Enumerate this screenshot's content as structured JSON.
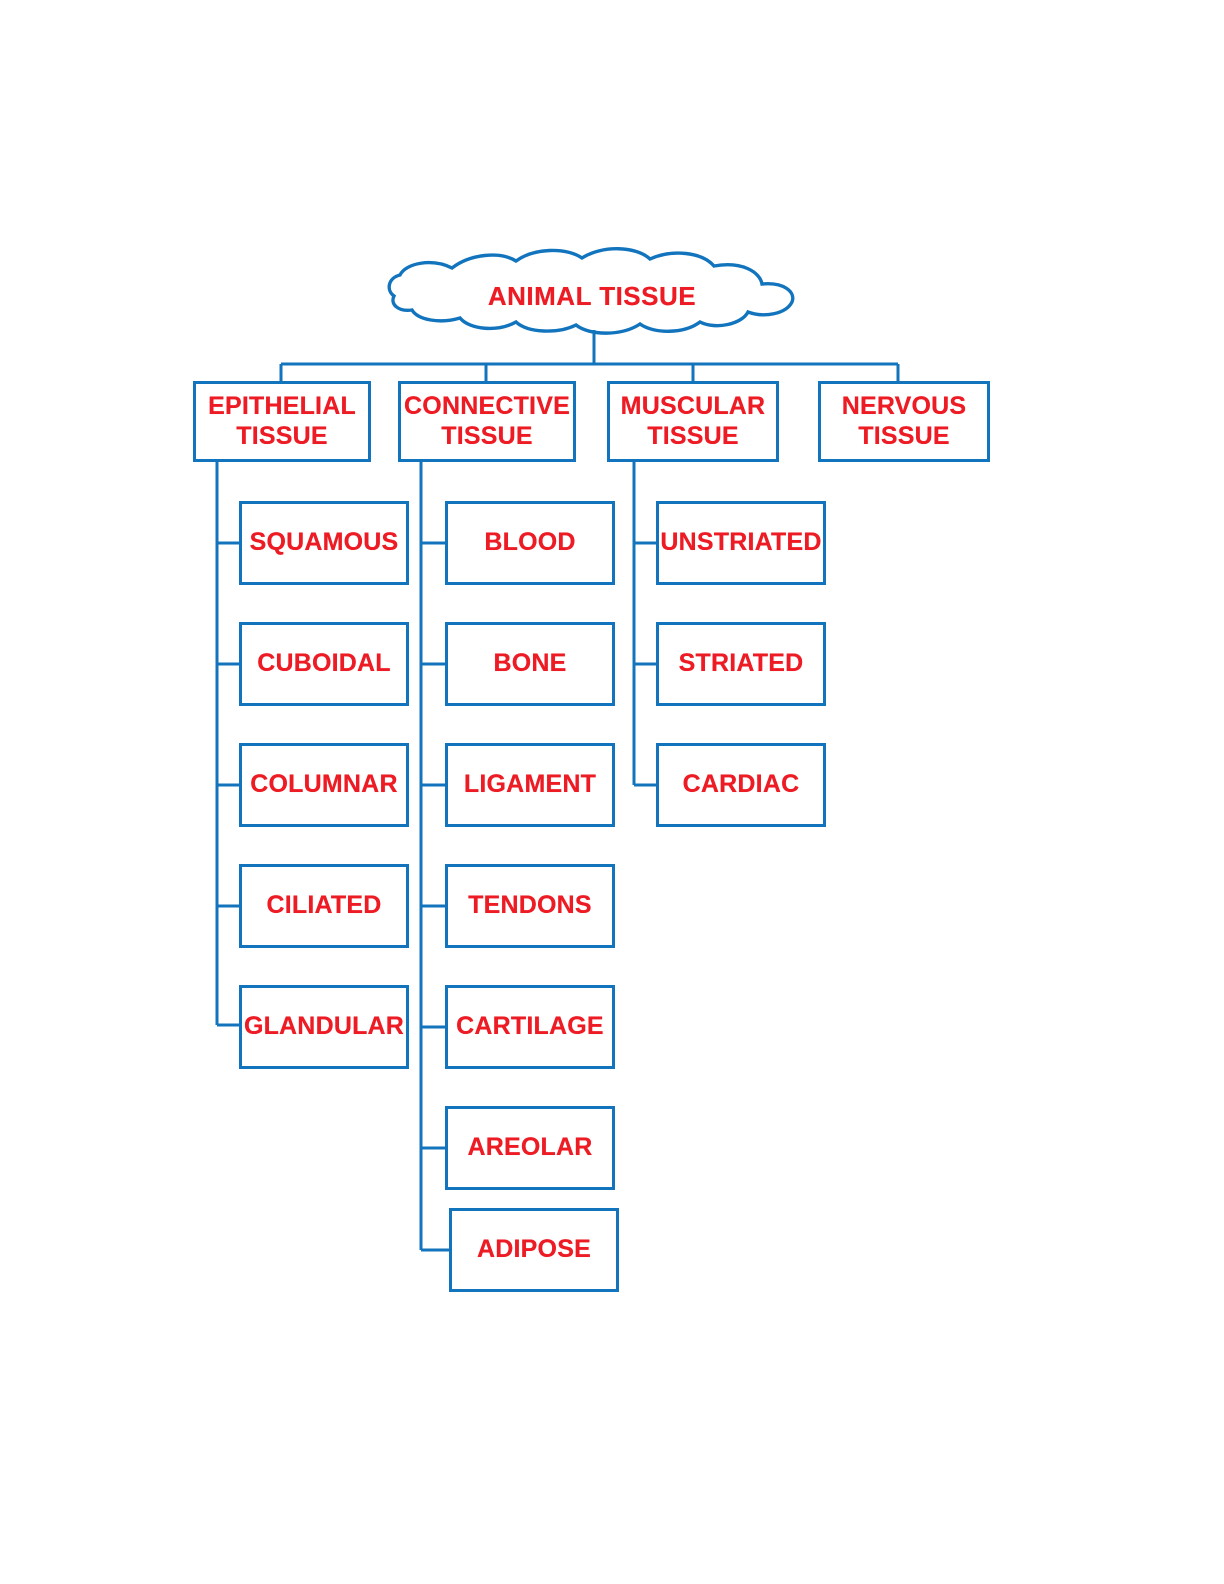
{
  "colors": {
    "line": "#1374BE",
    "text": "#ED1B24",
    "background": "#FFFFFF"
  },
  "root": {
    "label": "ANIMAL TISSUE",
    "shape": "cloud"
  },
  "categories": [
    {
      "id": "epithelial",
      "label": "EPITHELIAL\nTISSUE",
      "children": [
        {
          "id": "squamous",
          "label": "SQUAMOUS"
        },
        {
          "id": "cuboidal",
          "label": "CUBOIDAL"
        },
        {
          "id": "columnar",
          "label": "COLUMNAR"
        },
        {
          "id": "ciliated",
          "label": "CILIATED"
        },
        {
          "id": "glandular",
          "label": "GLANDULAR"
        }
      ]
    },
    {
      "id": "connective",
      "label": "CONNECTIVE\nTISSUE",
      "children": [
        {
          "id": "blood",
          "label": "BLOOD"
        },
        {
          "id": "bone",
          "label": "BONE"
        },
        {
          "id": "ligament",
          "label": "LIGAMENT"
        },
        {
          "id": "tendons",
          "label": "TENDONS"
        },
        {
          "id": "cartilage",
          "label": "CARTILAGE"
        },
        {
          "id": "areolar",
          "label": "AREOLAR"
        },
        {
          "id": "adipose",
          "label": "ADIPOSE"
        }
      ]
    },
    {
      "id": "muscular",
      "label": "MUSCULAR\nTISSUE",
      "children": [
        {
          "id": "unstriated",
          "label": "UNSTRIATED"
        },
        {
          "id": "striated",
          "label": "STRIATED"
        },
        {
          "id": "cardiac",
          "label": "CARDIAC"
        }
      ]
    },
    {
      "id": "nervous",
      "label": "NERVOUS\nTISSUE",
      "children": []
    }
  ]
}
